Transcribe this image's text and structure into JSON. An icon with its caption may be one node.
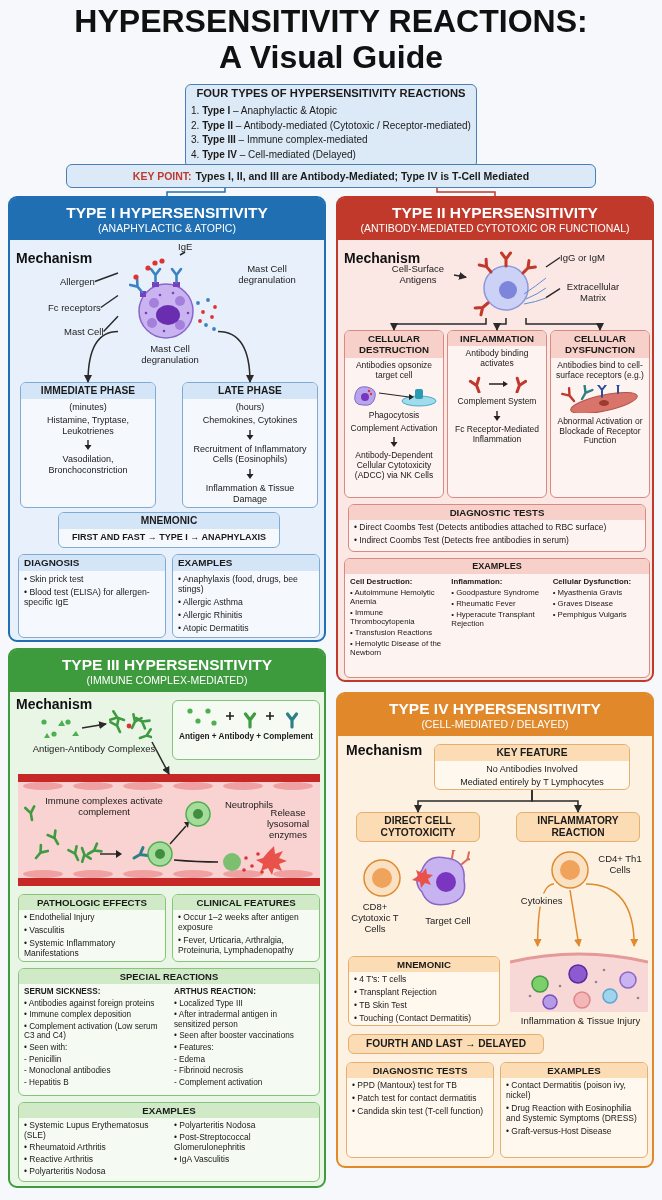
{
  "diagram": {
    "title": "HYPERSENSITIVITY REACTIONS: A Visual Guide",
    "nodes": [
      {
        "text": [
          "FOUR TYPES OF HYPERSENSITIVITY REACTIONS",
          "1. **Type I** – Anaphylactic & Atopic",
          "2. **Type II** – Antibody-mediated (Cytotoxic / Receptor-mediated)",
          "3. **Type III** – Immune complex-mediated",
          "4. **Type IV** – Cell-mediated (Delayed)"
        ]
      },
      {
        "text": [
          "KEY POINT:",
          "Types I, II, and III are Antibody-Mediated; Type IV is T-Cell Mediated"
        ]
      },
      {
        "text": [
          "TYPE I HYPERSENSITIVITY",
          "(ANAPHYLACTIC & ATOPIC)"
        ]
      },
      {
        "text": [],
        "shape": "picture",
        "in": 2,
        "beside": [
          "Mast Cell degranulation",
          "Mast Cell degranulation"
        ]
      },
      {
        "text": [
          "Allergen"
        ],
        "in": 2
      },
      {
        "text": [
          "IgE"
        ],
        "in": 2
      },
      {
        "text": [
          "Fc receptors"
        ],
        "in": 2
      },
      {
        "text": [
          "Mast Cell"
        ],
        "in": 2
      },
      {
        "text": [
          "IMMEDIATE PHASE",
          "(minutes)",
          "Histamine, Tryptase, Leukotrienes",
          "Vasodilation, Bronchoconstriction"
        ],
        "in": 2
      },
      {
        "text": [
          "LATE PHASE",
          "(hours)",
          "Chemokines, Cytokines",
          "Recruitment of Inflammatory Cells (Eosinophils)",
          "Inflammation & Tissue Damage"
        ],
        "in": 2
      },
      {
        "text": [
          "MNEMONIC",
          "FIRST AND FAST → TYPE I → ANAPHYLAXIS"
        ],
        "in": 2
      },
      {
        "text": [
          "DIAGNOSIS",
          "• Skin prick test",
          "• Blood test (ELISA) for allergen-specific IgE"
        ],
        "in": 2
      },
      {
        "text": [
          "EXAMPLES",
          "• Anaphylaxis (food, drugs, bee stings)",
          "• Allergic Asthma",
          "• Allergic Rhinitis",
          "• Atopic Dermatitis"
        ],
        "in": 2
      },
      {
        "text": [
          "TYPE II HYPERSENSITIVITY",
          "(ANTIBODY-MEDIATED CYTOTOXIC OR FUNCTIONAL)"
        ]
      },
      {
        "text": [],
        "shape": "picture",
        "in": 13
      },
      {
        "text": [
          "IgG or IgM"
        ],
        "in": 13
      },
      {
        "text": [
          "Cell-Surface Antigens"
        ],
        "in": 13
      },
      {
        "text": [
          "Extracellular Matrix"
        ],
        "in": 13
      },
      {
        "text": [
          "CELLULAR DESTRUCTION",
          "Antibodies opsonize target cell",
          "Phagocytosis",
          "Complement Activation",
          "Antibody-Dependent Cellular Cytotoxicity (ADCC) via NK Cells"
        ],
        "in": 13
      },
      {
        "text": [
          "INFLAMMATION",
          "Antibody binding activates",
          "Complement System",
          "Fc Receptor-Mediated Inflammation"
        ],
        "in": 13
      },
      {
        "text": [
          "CELLULAR DYSFUNCTION",
          "Antibodies bind to cell-surface receptors (e.g.)",
          "Abnormal Activation or Blockade of Receptor Function"
        ],
        "in": 13
      },
      {
        "text": [
          "DIAGNOSTIC TESTS",
          "• Direct Coombs Test (Detects antibodies attached to RBC surface)",
          "• Indirect Coombs Test (Detects free antibodies in serum)"
        ],
        "in": 13
      },
      {
        "text": [
          "EXAMPLES",
          "Cell Destruction:",
          "• Autoimmune Hemolytic Anemia",
          "• Immune Thrombocytopenia",
          "• Transfusion Reactions",
          "• Hemolytic Disease of the Newborn",
          "Inflammation:",
          "• Goodpasture Syndrome",
          "• Rheumatic Fever",
          "• Hyperacute Transplant Rejection",
          "Cellular Dysfunction:",
          "• Myasthenia Gravis",
          "• Graves Disease",
          "• Pemphigus Vulgaris"
        ],
        "in": 13
      },
      {
        "text": [
          "TYPE III HYPERSENSITIVITY",
          "(IMMUNE COMPLEX-MEDIATED)"
        ]
      },
      {
        "text": [],
        "shape": "picture",
        "in": 23
      },
      {
        "text": [],
        "shape": "picture",
        "in": 23,
        "beside": [
          "Antigen-Antibody Complexes"
        ]
      },
      {
        "text": [
          "Antigen + Antibody + Complement"
        ],
        "in": 23
      },
      {
        "text": [
          "Immune complexes activate complement",
          "Neutrophils",
          "Release lysosomal enzymes"
        ],
        "in": 23
      },
      {
        "text": [
          "PATHOLOGIC EFFECTS",
          "• Endothelial Injury",
          "• Vasculitis",
          "• Systemic Inflammatory Manifestations"
        ],
        "in": 23
      },
      {
        "text": [
          "CLINICAL FEATURES",
          "• Occur 1–2 weeks after antigen exposure",
          "• Fever, Urticaria, Arthralgia, Proteinuria, Lymphadenopathy"
        ],
        "in": 23
      },
      {
        "text": [
          "SPECIAL REACTIONS",
          "SERUM SICKNESS:",
          "• Antibodies against foreign proteins",
          "• Immune complex deposition",
          "• Complement activation (Low serum C3 and C4)",
          "• Seen with:",
          "- Penicillin",
          "- Monoclonal antibodies",
          "- Hepatitis B",
          "ARTHUS REACTION:",
          "• Localized Type III",
          "• After intradermal antigen in sensitized person",
          "• Seen after booster vaccinations",
          "• Features:",
          "- Edema",
          "- Fibrinoid necrosis",
          "- Complement activation"
        ],
        "in": 23
      },
      {
        "text": [
          "EXAMPLES",
          "• Systemic Lupus Erythematosus (SLE)",
          "• Rheumatoid Arthritis",
          "• Reactive Arthritis",
          "• Polyarteritis Nodosa",
          "• Polyarteritis Nodosa",
          "• Post-Streptococcal Glomerulonephritis",
          "• IgA Vasculitis"
        ],
        "in": 23
      },
      {
        "text": [
          "TYPE IV HYPERSENSITIVITY",
          "(CELL-MEDIATED / DELAYED)"
        ]
      },
      {
        "text": [
          "KEY FEATURE",
          "No Antibodies Involved",
          "Mediated entirely by T Lymphocytes"
        ],
        "in": 32
      },
      {
        "text": [
          "DIRECT CELL CYTOTOXICITY"
        ],
        "in": 32
      },
      {
        "text": [
          "INFLAMMATORY REACTION"
        ],
        "in": 32
      },
      {
        "text": [],
        "shape": "picture",
        "in": 32,
        "beside": [
          "CD8+ Cytotoxic T Cells"
        ]
      },
      {
        "text": [],
        "shape": "picture",
        "in": 32,
        "beside": [
          "Target Cell"
        ]
      },
      {
        "text": [],
        "shape": "picture",
        "in": 32,
        "beside": [
          "CD4+ Th1 Cells"
        ]
      },
      {
        "text": [],
        "shape": "picture",
        "in": 32,
        "beside": [
          "Inflammation & Tissue Injury"
        ]
      },
      {
        "text": [
          "MNEMONIC",
          "• 4 T's: T cells",
          "• Transplant Rejection",
          "• TB Skin Test",
          "• Touching (Contact Dermatitis)"
        ],
        "in": 32
      },
      {
        "text": [
          "FOURTH AND LAST → DELAYED"
        ],
        "in": 32
      },
      {
        "text": [
          "DIAGNOSTIC TESTS",
          "• PPD (Mantoux) test for TB",
          "• Patch test for contact dermatitis",
          "• Candida skin test (T-cell function)"
        ],
        "in": 32
      },
      {
        "text": [
          "EXAMPLES",
          "• Contact Dermatitis (poison ivy, nickel)",
          "• Drug Reaction with Eosinophilia and Systemic Symptoms (DRESS)",
          "• Graft-versus-Host Disease"
        ],
        "in": 32
      }
    ],
    "edges": [
      {
        "from": 1,
        "to": 2,
        "arrow": "none",
        "color": "#1f6fb2"
      },
      {
        "from": 1,
        "to": 13,
        "arrow": "none",
        "color": "#c0392b"
      },
      {
        "from": 4,
        "to": 3,
        "arrow": "none"
      },
      {
        "from": 5,
        "to": 3,
        "arrow": "none"
      },
      {
        "from": 6,
        "to": 3,
        "arrow": "none"
      },
      {
        "from": 7,
        "to": 3,
        "arrow": "none"
      },
      {
        "from": 3,
        "to": 8,
        "arrow": "to"
      },
      {
        "from": 3,
        "to": 9,
        "arrow": "to"
      },
      {
        "from": 15,
        "to": 14,
        "arrow": "none"
      },
      {
        "from": 16,
        "to": 14,
        "arrow": "to"
      },
      {
        "from": 17,
        "to": 14,
        "arrow": "none"
      },
      {
        "from": 14,
        "to": 18,
        "arrow": "to"
      },
      {
        "from": 14,
        "to": 19,
        "arrow": "to"
      },
      {
        "from": 14,
        "to": 20,
        "arrow": "to"
      },
      {
        "from": 24,
        "to": 25,
        "arrow": "to"
      },
      {
        "from": 25,
        "to": 27,
        "arrow": "to"
      },
      {
        "from": 33,
        "to": 34,
        "arrow": "to"
      },
      {
        "from": 33,
        "to": 35,
        "arrow": "to"
      },
      {
        "from": 38,
        "to": 39,
        "arrow": "to",
        "label": "Cytokines",
        "color": "#e08a2c"
      },
      {
        "from": 38,
        "to": 39,
        "arrow": "to",
        "color": "#e08a2c"
      },
      {
        "from": 38,
        "to": 39,
        "arrow": "to",
        "color": "#e08a2c"
      }
    ],
    "labels": [
      "Mechanism",
      "Mechanism",
      "Mechanism",
      "Mechanism"
    ]
  }
}
